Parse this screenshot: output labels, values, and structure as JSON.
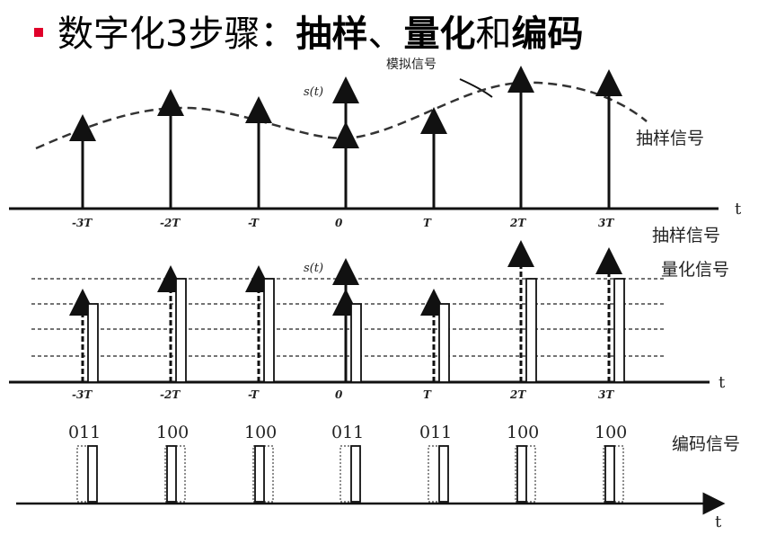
{
  "title": {
    "prefix": "数字化3步骤：",
    "step1": "抽样",
    "sep1": "、",
    "step2": "量化",
    "sep2": "和",
    "step3": "编码"
  },
  "labels": {
    "analog": "模拟信号",
    "sampled": "抽样信号",
    "sampled2": "抽样信号",
    "quantized": "量化信号",
    "encoded": "编码信号",
    "s_axis_1": "s(t)",
    "s_axis_2": "s(t)",
    "t_axis_1": "t",
    "t_axis_2": "t",
    "t_axis_3": "t"
  },
  "ticks": [
    "-3T",
    "-2T",
    "-T",
    "0",
    "T",
    "2T",
    "3T"
  ],
  "codes": [
    "011",
    "100",
    "100",
    "011",
    "011",
    "100",
    "100"
  ],
  "colors": {
    "bullet": "#e0002a",
    "ink": "#111111"
  }
}
